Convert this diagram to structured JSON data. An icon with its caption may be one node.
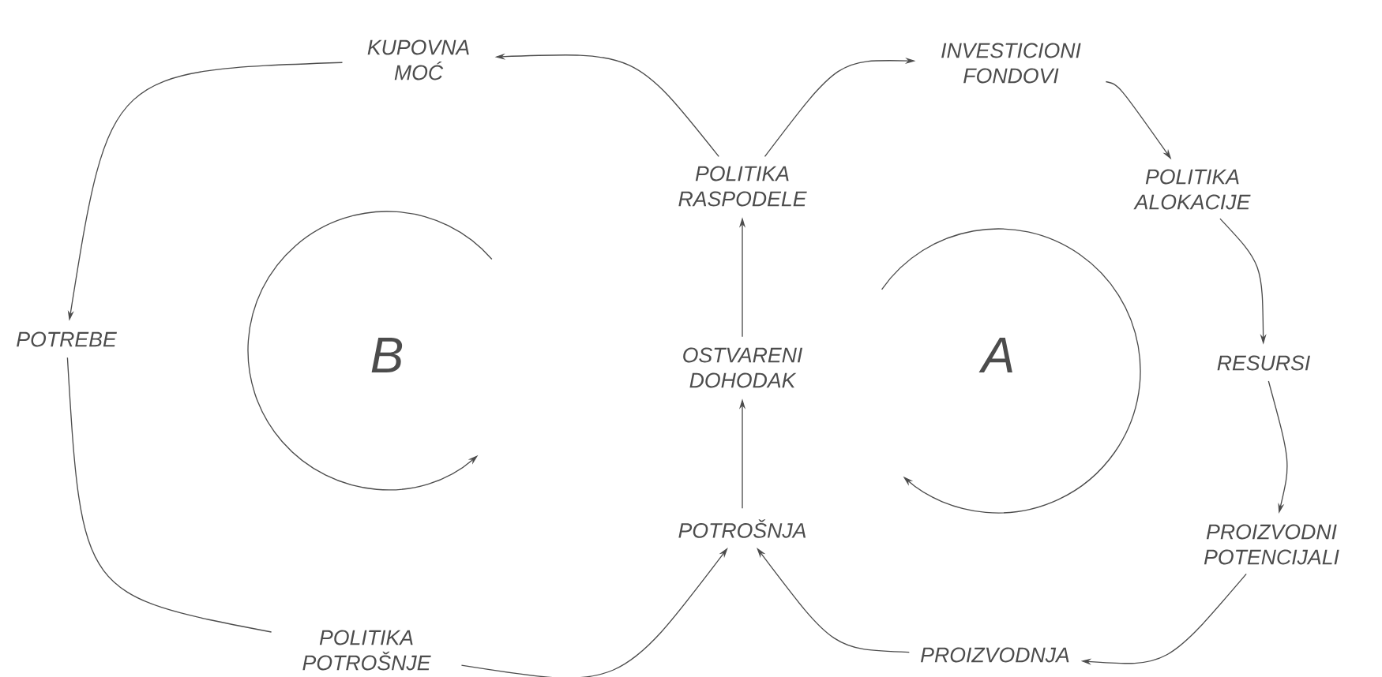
{
  "diagram": {
    "nodes": [
      {
        "text": [
          "KUPOVNA MOĆ"
        ]
      },
      {
        "text": [
          "INVESTICIONI FONDOVI"
        ]
      },
      {
        "text": [
          "POLITIKA RASPODELE"
        ]
      },
      {
        "text": [
          "POLITIKA ALOKACIJE"
        ]
      },
      {
        "text": [
          "POTREBE"
        ]
      },
      {
        "text": [
          "OSTVARENI DOHODAK"
        ]
      },
      {
        "text": [
          "RESURSI"
        ]
      },
      {
        "text": [
          "POTROŠNJA"
        ]
      },
      {
        "text": [
          "PROIZVODNI POTENCIJALI"
        ]
      },
      {
        "text": [
          "POLITIKA POTROŠNJE"
        ]
      },
      {
        "text": [
          "PROIZVODNJA"
        ]
      }
    ],
    "edges": [
      {
        "from": 2,
        "to": 0,
        "arrow": "to"
      },
      {
        "from": 0,
        "to": 4,
        "arrow": "to"
      },
      {
        "from": 4,
        "to": 9,
        "arrow": "none"
      },
      {
        "from": 9,
        "to": 7,
        "arrow": "to"
      },
      {
        "from": 7,
        "to": 5,
        "arrow": "to"
      },
      {
        "from": 5,
        "to": 2,
        "arrow": "to"
      },
      {
        "from": 2,
        "to": 1,
        "arrow": "to"
      },
      {
        "from": 1,
        "to": 3,
        "arrow": "to"
      },
      {
        "from": 3,
        "to": 6,
        "arrow": "to"
      },
      {
        "from": 6,
        "to": 8,
        "arrow": "to"
      },
      {
        "from": 8,
        "to": 10,
        "arrow": "to"
      },
      {
        "from": 10,
        "to": 7,
        "arrow": "to"
      }
    ],
    "labels": [
      "B",
      "A"
    ]
  }
}
